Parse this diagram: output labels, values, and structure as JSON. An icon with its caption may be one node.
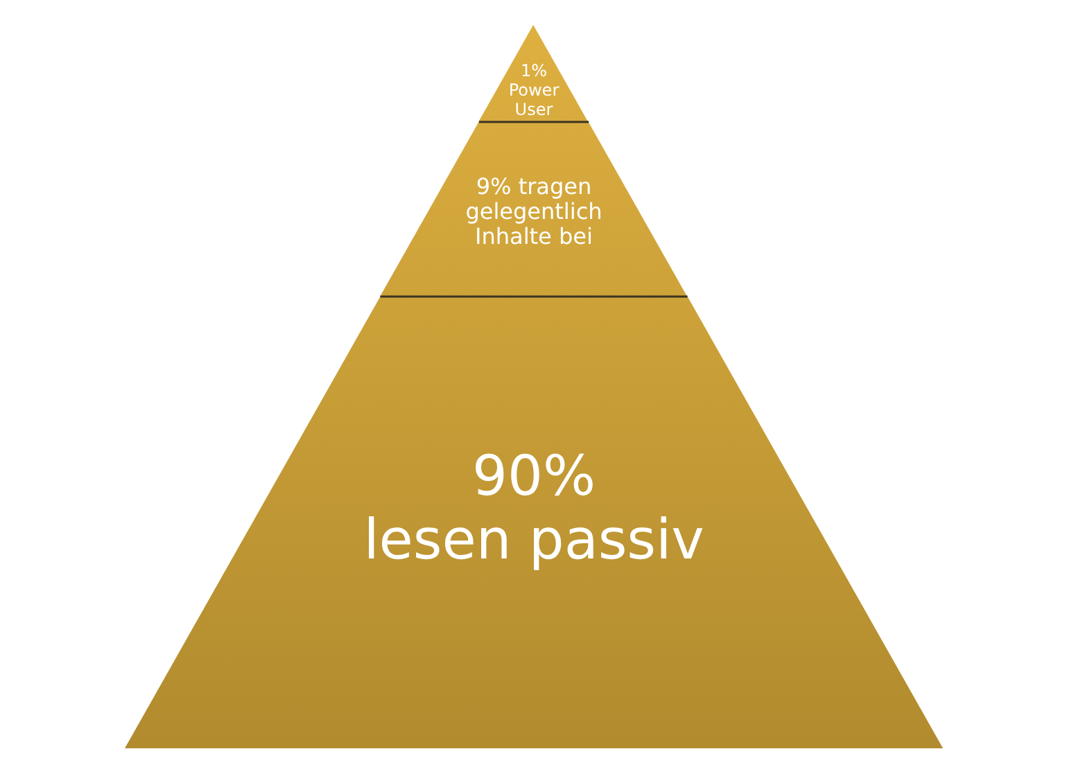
{
  "diagram": {
    "nodes": [
      {
        "text": [
          "1% Power User"
        ]
      },
      {
        "text": [
          "9% tragen gelegentlich Inhalte bei"
        ]
      },
      {
        "text": [
          "90% lesen passiv"
        ]
      }
    ]
  }
}
